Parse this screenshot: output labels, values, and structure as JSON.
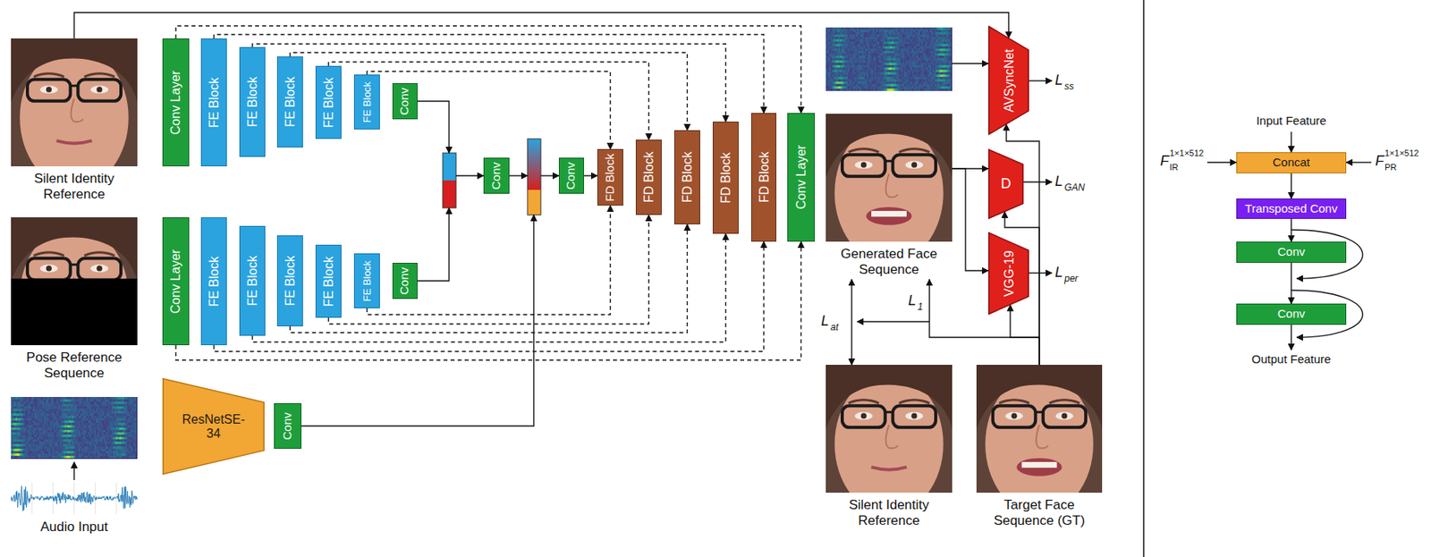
{
  "diagram": {
    "nodes": [
      {
        "text": [
          "Silent Identity Reference"
        ]
      },
      {
        "text": [
          "Conv Layer"
        ]
      },
      {
        "text": [
          "FE Block"
        ]
      },
      {
        "text": [
          "FE Block"
        ]
      },
      {
        "text": [
          "FE Block"
        ]
      },
      {
        "text": [
          "FE Block"
        ]
      },
      {
        "text": [
          "FE Block"
        ]
      },
      {
        "text": [
          "Conv"
        ]
      },
      {
        "text": [
          "Pose Reference Sequence"
        ]
      },
      {
        "text": [
          "Conv Layer"
        ]
      },
      {
        "text": [
          "FE Block"
        ]
      },
      {
        "text": [
          "FE Block"
        ]
      },
      {
        "text": [
          "FE Block"
        ]
      },
      {
        "text": [
          "FE Block"
        ]
      },
      {
        "text": [
          "FE Block"
        ]
      },
      {
        "text": [
          "Conv"
        ]
      },
      {
        "text": [
          "Audio Input"
        ]
      },
      {
        "text": [
          "ResNetSE-34"
        ]
      },
      {
        "text": [
          "Conv"
        ]
      },
      {
        "text": [
          "Conv"
        ]
      },
      {
        "text": [
          "Conv"
        ]
      },
      {
        "text": [
          "FD Block"
        ]
      },
      {
        "text": [
          "FD Block"
        ]
      },
      {
        "text": [
          "FD Block"
        ]
      },
      {
        "text": [
          "FD Block"
        ]
      },
      {
        "text": [
          "FD Block"
        ]
      },
      {
        "text": [
          "Conv Layer"
        ]
      },
      {
        "text": [
          "AVSyncNet"
        ]
      },
      {
        "text": [
          "Generated Face Sequence"
        ]
      },
      {
        "text": [
          "D"
        ]
      },
      {
        "text": [
          "VGG-19"
        ]
      },
      {
        "text": [
          "Silent Identity Reference"
        ]
      },
      {
        "text": [
          "Target Face Sequence (GT)"
        ]
      },
      {
        "text": [
          "Concat"
        ]
      },
      {
        "text": [
          "Transposed Conv"
        ]
      },
      {
        "text": [
          "Conv"
        ]
      },
      {
        "text": [
          "Conv"
        ]
      }
    ],
    "edges": [
      {
        "from": 0,
        "to": 27,
        "arrow": "to"
      },
      {
        "from": 1,
        "to": 26,
        "arrow": "to"
      },
      {
        "from": 2,
        "to": 25,
        "arrow": "to"
      },
      {
        "from": 3,
        "to": 24,
        "arrow": "to"
      },
      {
        "from": 4,
        "to": 23,
        "arrow": "to"
      },
      {
        "from": 5,
        "to": 22,
        "arrow": "to"
      },
      {
        "from": 6,
        "to": 21,
        "arrow": "to"
      },
      {
        "from": 9,
        "to": 26,
        "arrow": "to"
      },
      {
        "from": 10,
        "to": 25,
        "arrow": "to"
      },
      {
        "from": 11,
        "to": 24,
        "arrow": "to"
      },
      {
        "from": 12,
        "to": 23,
        "arrow": "to"
      },
      {
        "from": 13,
        "to": 22,
        "arrow": "to"
      },
      {
        "from": 14,
        "to": 21,
        "arrow": "to"
      },
      {
        "from": 20,
        "to": 21,
        "arrow": "to"
      },
      {
        "from": 28,
        "to": 29,
        "arrow": "to"
      },
      {
        "from": 28,
        "to": 30,
        "arrow": "to"
      },
      {
        "from": 32,
        "to": 27,
        "arrow": "to"
      },
      {
        "from": 32,
        "to": 29,
        "arrow": "to"
      },
      {
        "from": 32,
        "to": 30,
        "arrow": "to"
      },
      {
        "from": 32,
        "to": 28,
        "arrow": "to"
      },
      {
        "from": 28,
        "to": 31,
        "arrow": "both"
      },
      {
        "from": 33,
        "to": 34,
        "arrow": "to"
      },
      {
        "from": 34,
        "to": 35,
        "arrow": "to"
      },
      {
        "from": 35,
        "to": 36,
        "arrow": "to"
      }
    ],
    "labels": [
      "L",
      "ss",
      "L",
      "GAN",
      "L",
      "per",
      "L",
      "1",
      "L",
      "at",
      "Input Feature",
      "F",
      "IR",
      "1×1×512",
      "F",
      "PR",
      "1×1×512",
      "Output Feature"
    ]
  }
}
